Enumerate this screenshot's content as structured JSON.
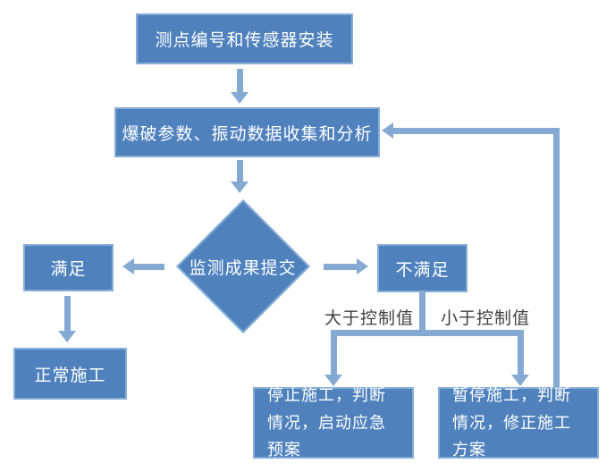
{
  "flowchart": {
    "nodes": {
      "sensor_install": {
        "label": "测点编号和传感器安装",
        "type": "process"
      },
      "data_collection": {
        "label": "爆破参数、振动数据收集和分析",
        "type": "process"
      },
      "decision": {
        "label": "监测成果提交",
        "type": "decision"
      },
      "satisfied": {
        "label": "满足",
        "type": "process"
      },
      "normal_construction": {
        "label": "正常施工",
        "type": "process"
      },
      "not_satisfied": {
        "label": "不满足",
        "type": "process"
      },
      "stop_construction": {
        "label": "停止施工，判断情况，启动应急预案",
        "type": "process"
      },
      "pause_construction": {
        "label": "暂停施工，判断情况，修正施工方案",
        "type": "process"
      }
    },
    "edge_labels": {
      "greater_than_control": "大于控制值",
      "less_than_control": "小于控制值"
    },
    "edges": [
      {
        "from": "sensor_install",
        "to": "data_collection"
      },
      {
        "from": "data_collection",
        "to": "decision"
      },
      {
        "from": "decision",
        "to": "satisfied"
      },
      {
        "from": "decision",
        "to": "not_satisfied"
      },
      {
        "from": "satisfied",
        "to": "normal_construction"
      },
      {
        "from": "not_satisfied",
        "to": "stop_construction",
        "label": "大于控制值"
      },
      {
        "from": "not_satisfied",
        "to": "pause_construction",
        "label": "小于控制值"
      },
      {
        "from": "pause_construction",
        "to": "data_collection",
        "type": "feedback"
      }
    ],
    "colors": {
      "node_fill": "#4f81bd",
      "node_border": "#87aed6",
      "node_text": "#ffffff",
      "arrow": "#84aad3",
      "edge_label_text": "#404040",
      "background": "#ffffff"
    }
  }
}
